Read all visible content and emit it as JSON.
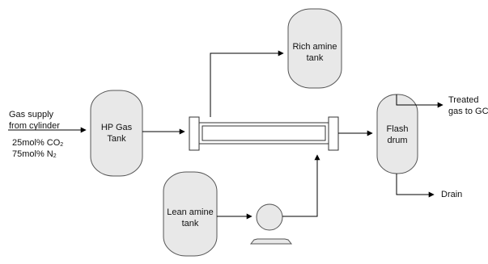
{
  "diagram": {
    "feed": {
      "line1": "Gas supply",
      "line2": "from cylinder",
      "co2_prefix": "25mol% CO",
      "co2_sub": "2",
      "n2_prefix": "75mol% N",
      "n2_sub": "2"
    },
    "hp_tank": {
      "line1": "HP Gas",
      "line2": "Tank"
    },
    "rich_tank": {
      "line1": "Rich amine",
      "line2": "tank"
    },
    "lean_tank": {
      "line1": "Lean amine",
      "line2": "tank"
    },
    "flash_drum": {
      "line1": "Flash",
      "line2": "drum"
    },
    "treated": {
      "line1": "Treated",
      "line2": "gas to GC"
    },
    "drain": {
      "label": "Drain"
    }
  }
}
